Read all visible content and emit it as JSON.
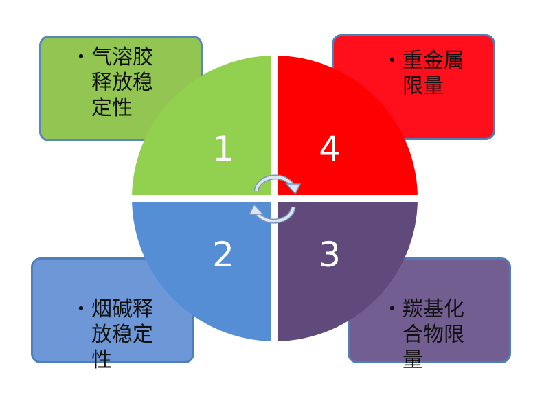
{
  "segments": [
    {
      "number": "1",
      "text": "气溶胶释放稳定性",
      "fill": "#92d050"
    },
    {
      "number": "2",
      "text": "烟碱释放稳定性",
      "fill": "#558ed5"
    },
    {
      "number": "3",
      "text": "羰基化合物限量",
      "fill": "#604a7b"
    },
    {
      "number": "4",
      "text": "重金属限量",
      "fill": "#ff0000"
    }
  ],
  "bullet": "•",
  "arrow_color": "#b9cde5"
}
